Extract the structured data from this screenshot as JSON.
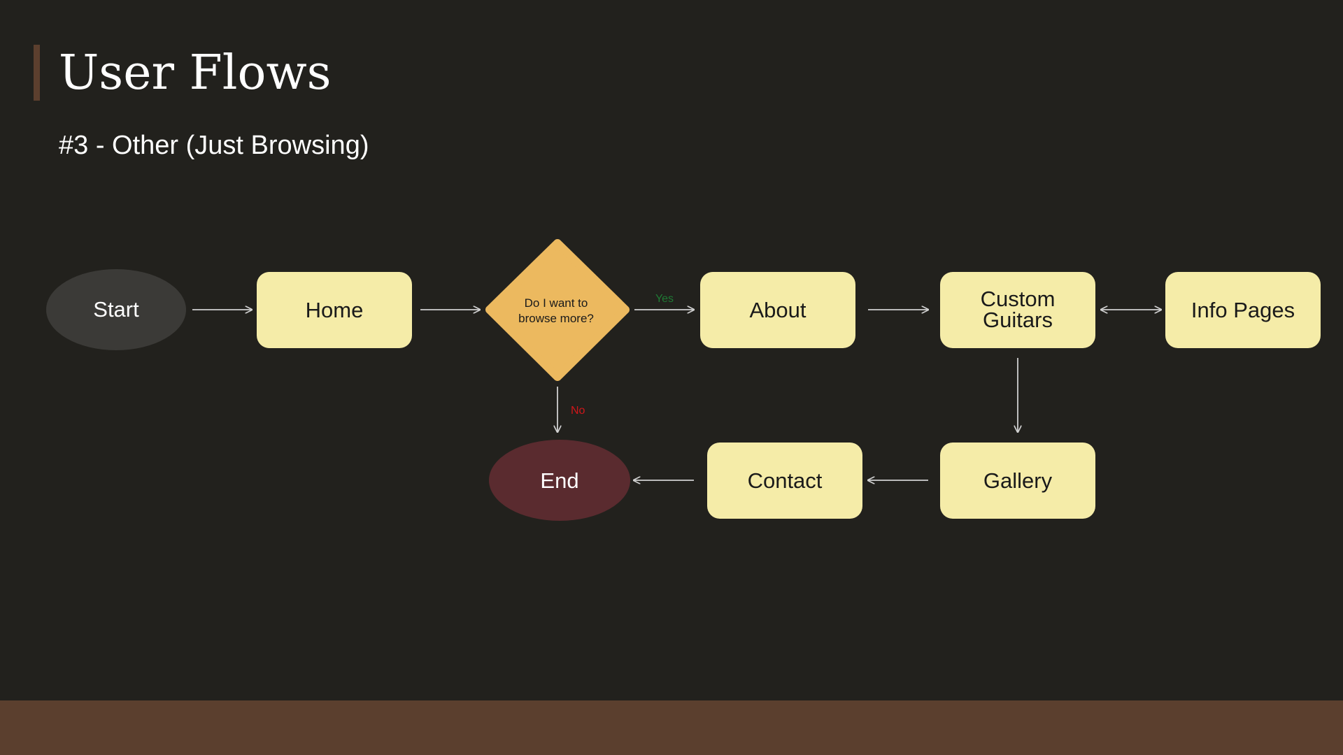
{
  "page": {
    "title": "User Flows",
    "subtitle": "#3 - Other (Just Browsing)"
  },
  "colors": {
    "background": "#22211d",
    "accent": "#5c3f2e",
    "footer": "#5b3f2e",
    "process_node": "#f5eca8",
    "decision_node": "#ecb95f",
    "start_node": "#3b3a37",
    "end_node": "#5a2b2f",
    "edge": "#d0d0d0",
    "yes_label": "#1f7a34",
    "no_label": "#d0161a"
  },
  "diagram": {
    "nodes": {
      "start": {
        "label": "Start",
        "shape": "ellipse"
      },
      "home": {
        "label": "Home",
        "shape": "rounded-rect"
      },
      "decision": {
        "label_line1": "Do I want to",
        "label_line2": "browse more?",
        "shape": "diamond"
      },
      "about": {
        "label": "About",
        "shape": "rounded-rect"
      },
      "custom_guitars": {
        "label_line1": "Custom",
        "label_line2": "Guitars",
        "shape": "rounded-rect"
      },
      "info_pages": {
        "label": "Info Pages",
        "shape": "rounded-rect"
      },
      "gallery": {
        "label": "Gallery",
        "shape": "rounded-rect"
      },
      "contact": {
        "label": "Contact",
        "shape": "rounded-rect"
      },
      "end": {
        "label": "End",
        "shape": "ellipse"
      }
    },
    "edges": {
      "yes_label": "Yes",
      "no_label": "No"
    },
    "connections": [
      "start → home",
      "home → decision",
      "decision → about (Yes)",
      "decision → end (No)",
      "about → custom_guitars",
      "custom_guitars ↔ info_pages",
      "custom_guitars → gallery",
      "gallery → contact",
      "contact → end"
    ]
  }
}
